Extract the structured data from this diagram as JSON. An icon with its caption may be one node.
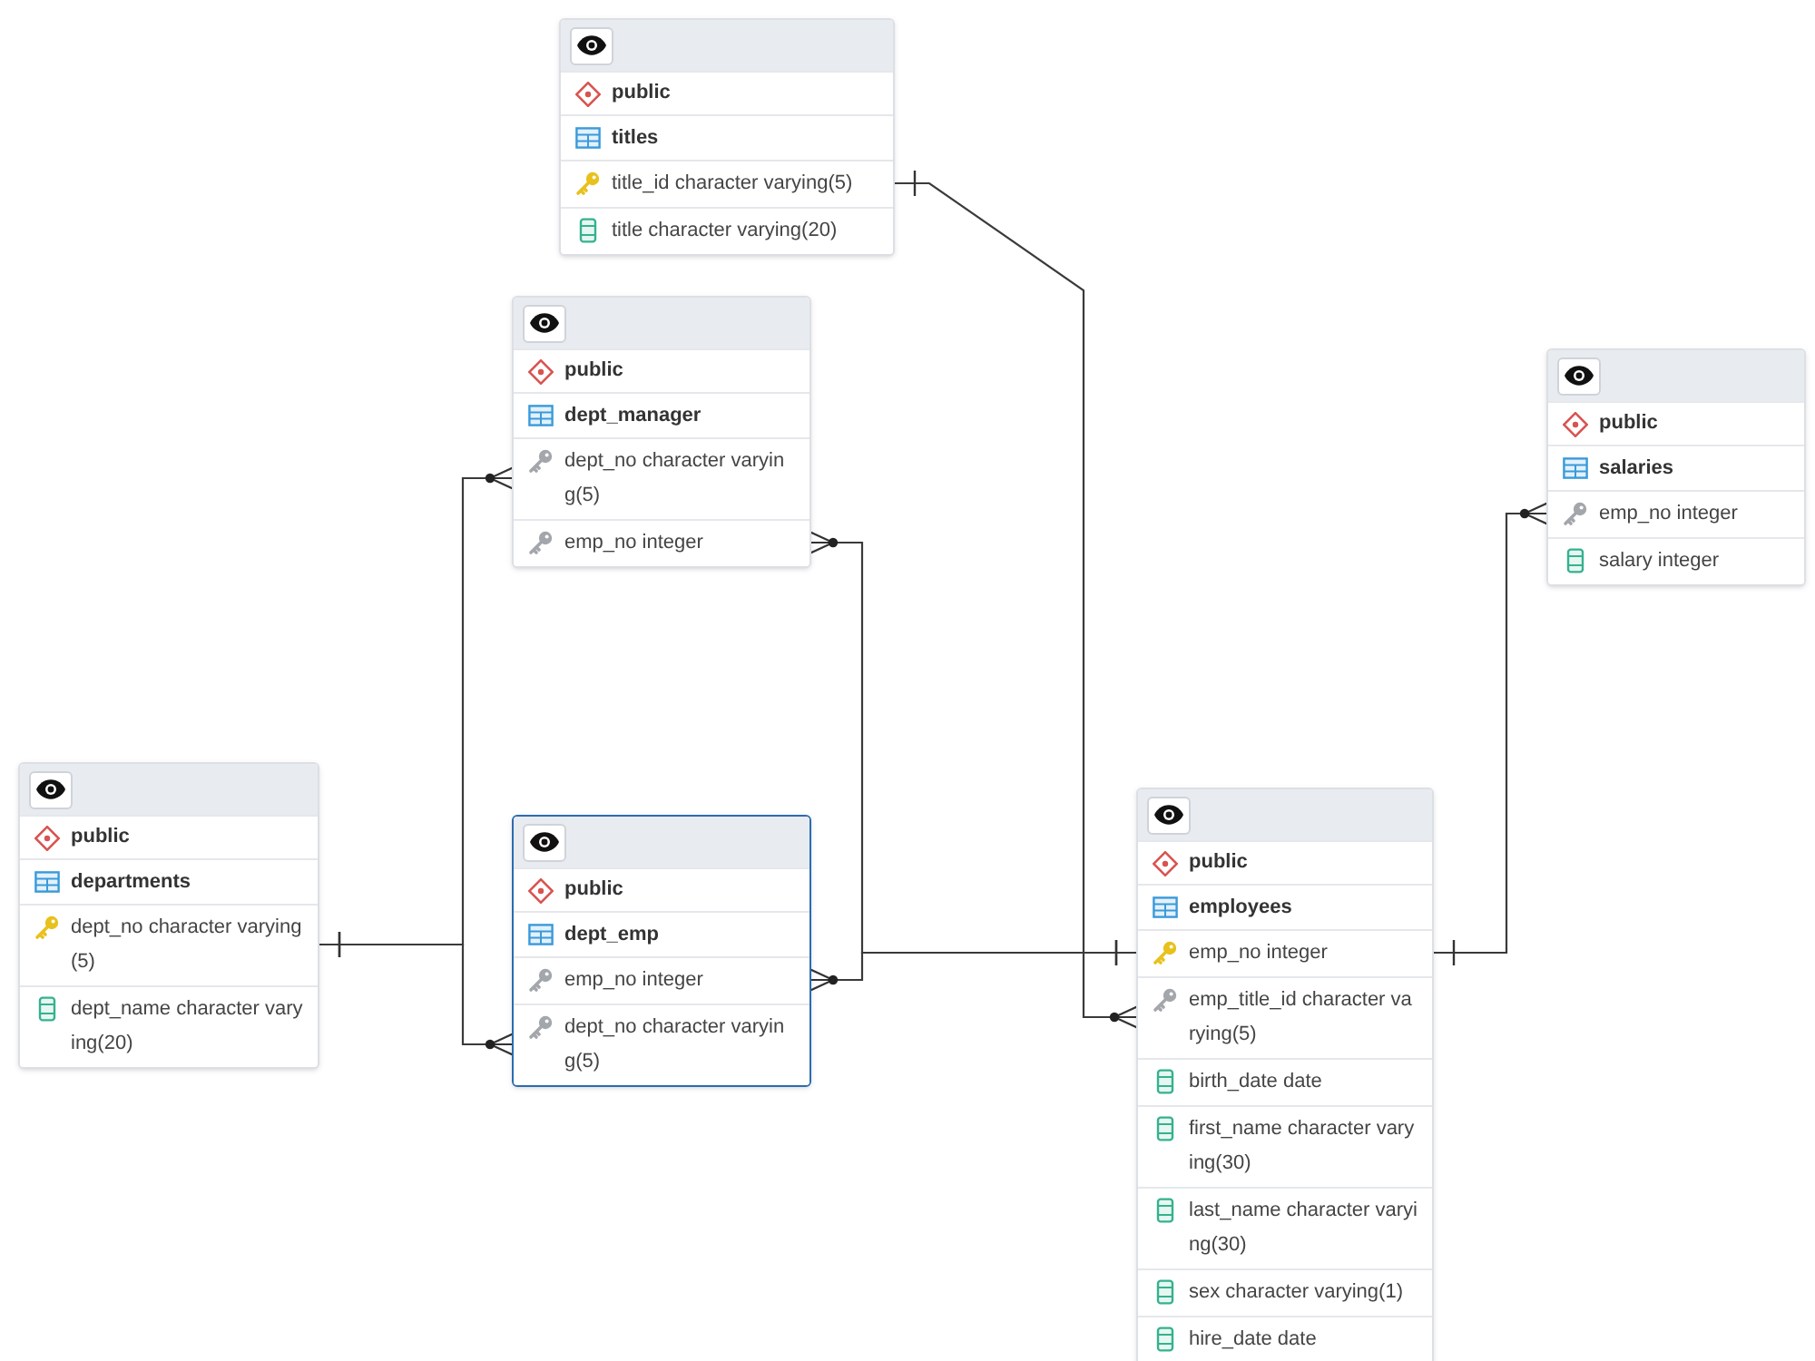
{
  "diagram": {
    "nodes": [
      {
        "text": [
          "public",
          "titles"
        ]
      },
      {
        "text": [
          "title_id character varying(5)"
        ],
        "in": 0
      },
      {
        "text": [
          "title character varying(20)"
        ],
        "in": 0
      },
      {
        "text": [
          "public",
          "dept_manager"
        ]
      },
      {
        "text": [
          "dept_no character varying(5)"
        ],
        "in": 3
      },
      {
        "text": [
          "emp_no integer"
        ],
        "in": 3
      },
      {
        "text": [
          "public",
          "salaries"
        ]
      },
      {
        "text": [
          "emp_no integer"
        ],
        "in": 6
      },
      {
        "text": [
          "salary integer"
        ],
        "in": 6
      },
      {
        "text": [
          "public",
          "departments"
        ]
      },
      {
        "text": [
          "dept_no character varying(5)"
        ],
        "in": 9
      },
      {
        "text": [
          "dept_name character varying(20)"
        ],
        "in": 9
      },
      {
        "text": [
          "public",
          "dept_emp"
        ]
      },
      {
        "text": [
          "emp_no integer"
        ],
        "in": 12
      },
      {
        "text": [
          "dept_no character varying(5)"
        ],
        "in": 12
      },
      {
        "text": [
          "public",
          "employees"
        ]
      },
      {
        "text": [
          "emp_no integer"
        ],
        "in": 15
      },
      {
        "text": [
          "emp_title_id character varying(5)"
        ],
        "in": 15
      },
      {
        "text": [
          "birth_date date"
        ],
        "in": 15
      },
      {
        "text": [
          "first_name character varying(30)"
        ],
        "in": 15
      },
      {
        "text": [
          "last_name character varying(30)"
        ],
        "in": 15
      },
      {
        "text": [
          "sex character varying(1)"
        ],
        "in": 15
      },
      {
        "text": [
          "hire_date date"
        ],
        "in": 15
      }
    ],
    "edges": [
      {
        "from": 1,
        "to": 17,
        "arrow": "other"
      },
      {
        "from": 10,
        "to": 4,
        "arrow": "other"
      },
      {
        "from": 10,
        "to": 14,
        "arrow": "other"
      },
      {
        "from": 16,
        "to": 5,
        "arrow": "other"
      },
      {
        "from": 16,
        "to": 13,
        "arrow": "other"
      },
      {
        "from": 16,
        "to": 7,
        "arrow": "other"
      }
    ]
  }
}
